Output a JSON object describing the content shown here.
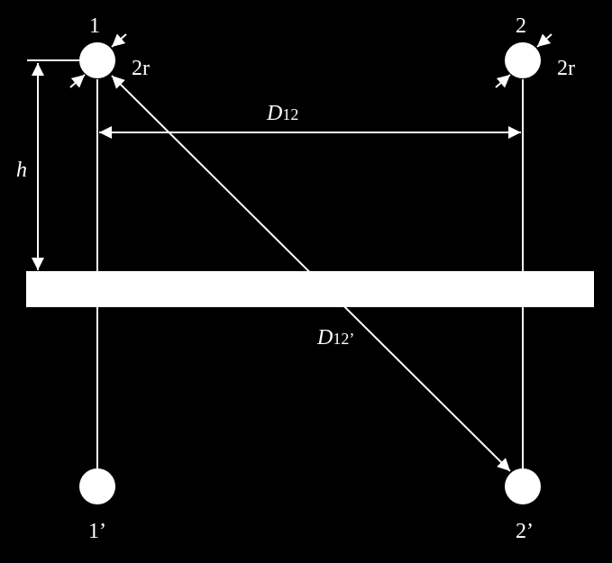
{
  "colors": {
    "background": "#000000",
    "foreground": "#ffffff"
  },
  "conductors": {
    "c1": {
      "label": "1",
      "radius_label": "2r"
    },
    "c2": {
      "label": "2",
      "radius_label": "2r"
    },
    "c1_image": {
      "label": "1’"
    },
    "c2_image": {
      "label": "2’"
    }
  },
  "dimensions": {
    "height": {
      "symbol": "h"
    },
    "d12": {
      "symbol": "D",
      "subscript": "12"
    },
    "d12_image": {
      "symbol": "D",
      "subscript": "12’"
    }
  }
}
